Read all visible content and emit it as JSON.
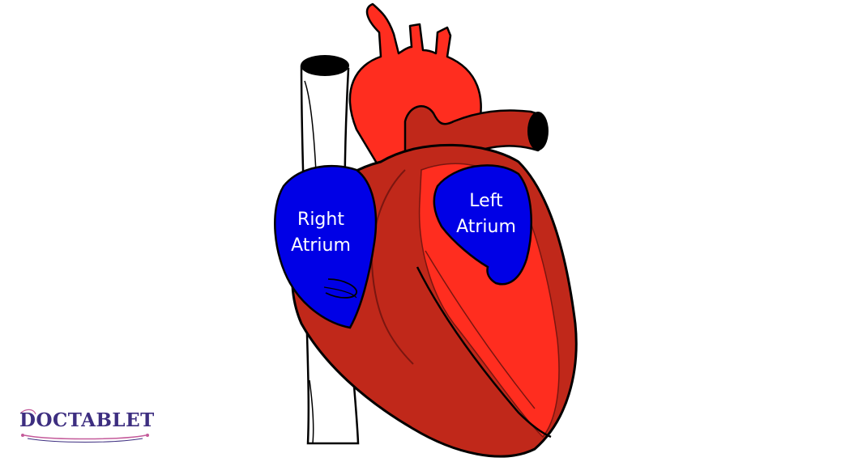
{
  "labels": {
    "right_atrium": [
      "Right",
      "Atrium"
    ],
    "left_atrium": [
      "Left",
      "Atrium"
    ]
  },
  "logo": {
    "text": "DOCTABLET"
  },
  "colors": {
    "atria": "#0000e6",
    "aorta_bright_red": "#ff2d1f",
    "ventricle_dark_red": "#c0281a",
    "outline": "#000000",
    "vena_cava": "#ffffff",
    "logo_text": "#3d2e80",
    "logo_accent": "#c45a9a",
    "background": "#ffffff"
  }
}
